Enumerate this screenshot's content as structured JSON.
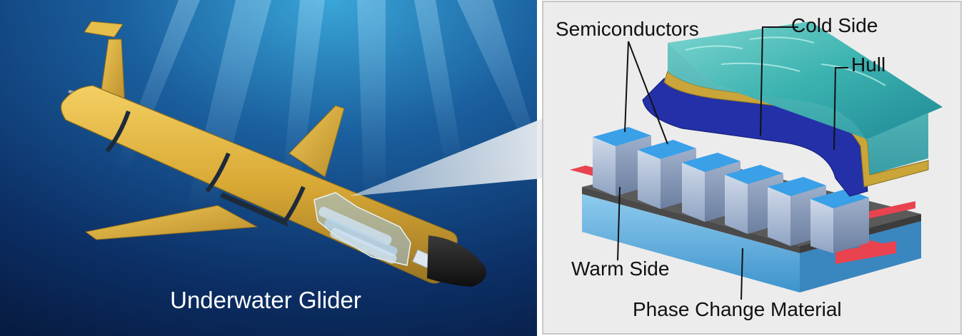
{
  "left_panel": {
    "caption": "Underwater Glider"
  },
  "right_panel": {
    "labels": {
      "semiconductors": "Semiconductors",
      "cold_side": "Cold Side",
      "hull": "Hull",
      "warm_side": "Warm Side",
      "phase_change": "Phase Change Material"
    }
  },
  "colors": {
    "ocean_dark": "#0a2a55",
    "ocean_light": "#2a8fc7",
    "glider_yellow": "#e2b23a",
    "semiconductor_top": "#3aa0e8",
    "semiconductor_side": "#b9c7dc",
    "cold_side_blue": "#2430a8",
    "hull_gold": "#c9a53a",
    "water_teal": "#3cb3b0",
    "warm_red": "#e8434f",
    "pcm_blue": "#6fb8e0",
    "panel_bg": "#ececec"
  }
}
